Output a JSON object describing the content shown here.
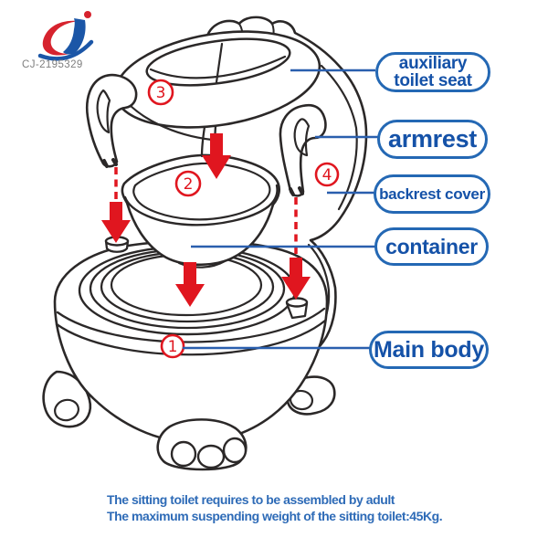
{
  "logo": {
    "code": "CJ-2195329"
  },
  "colors": {
    "line_art": "#2b2828",
    "accent_red": "#e0161f",
    "connector_blue": "#2a5fae",
    "pill_border": "#2468b4",
    "pill_text": "#1552a8",
    "note_text": "#2e6bb7"
  },
  "labels": {
    "auxiliary_line1": "auxiliary",
    "auxiliary_line2": "toilet seat",
    "armrest": "armrest",
    "backrest": "backrest cover",
    "container": "container",
    "main_body": "Main body"
  },
  "parts": {
    "main_body_num": "1",
    "container_num": "2",
    "seat_num": "3",
    "backrest_num": "4"
  },
  "notes": {
    "line1": "The sitting toilet requires to be assembled by adult",
    "line2": "The maximum suspending weight of the sitting toilet:45Kg."
  }
}
